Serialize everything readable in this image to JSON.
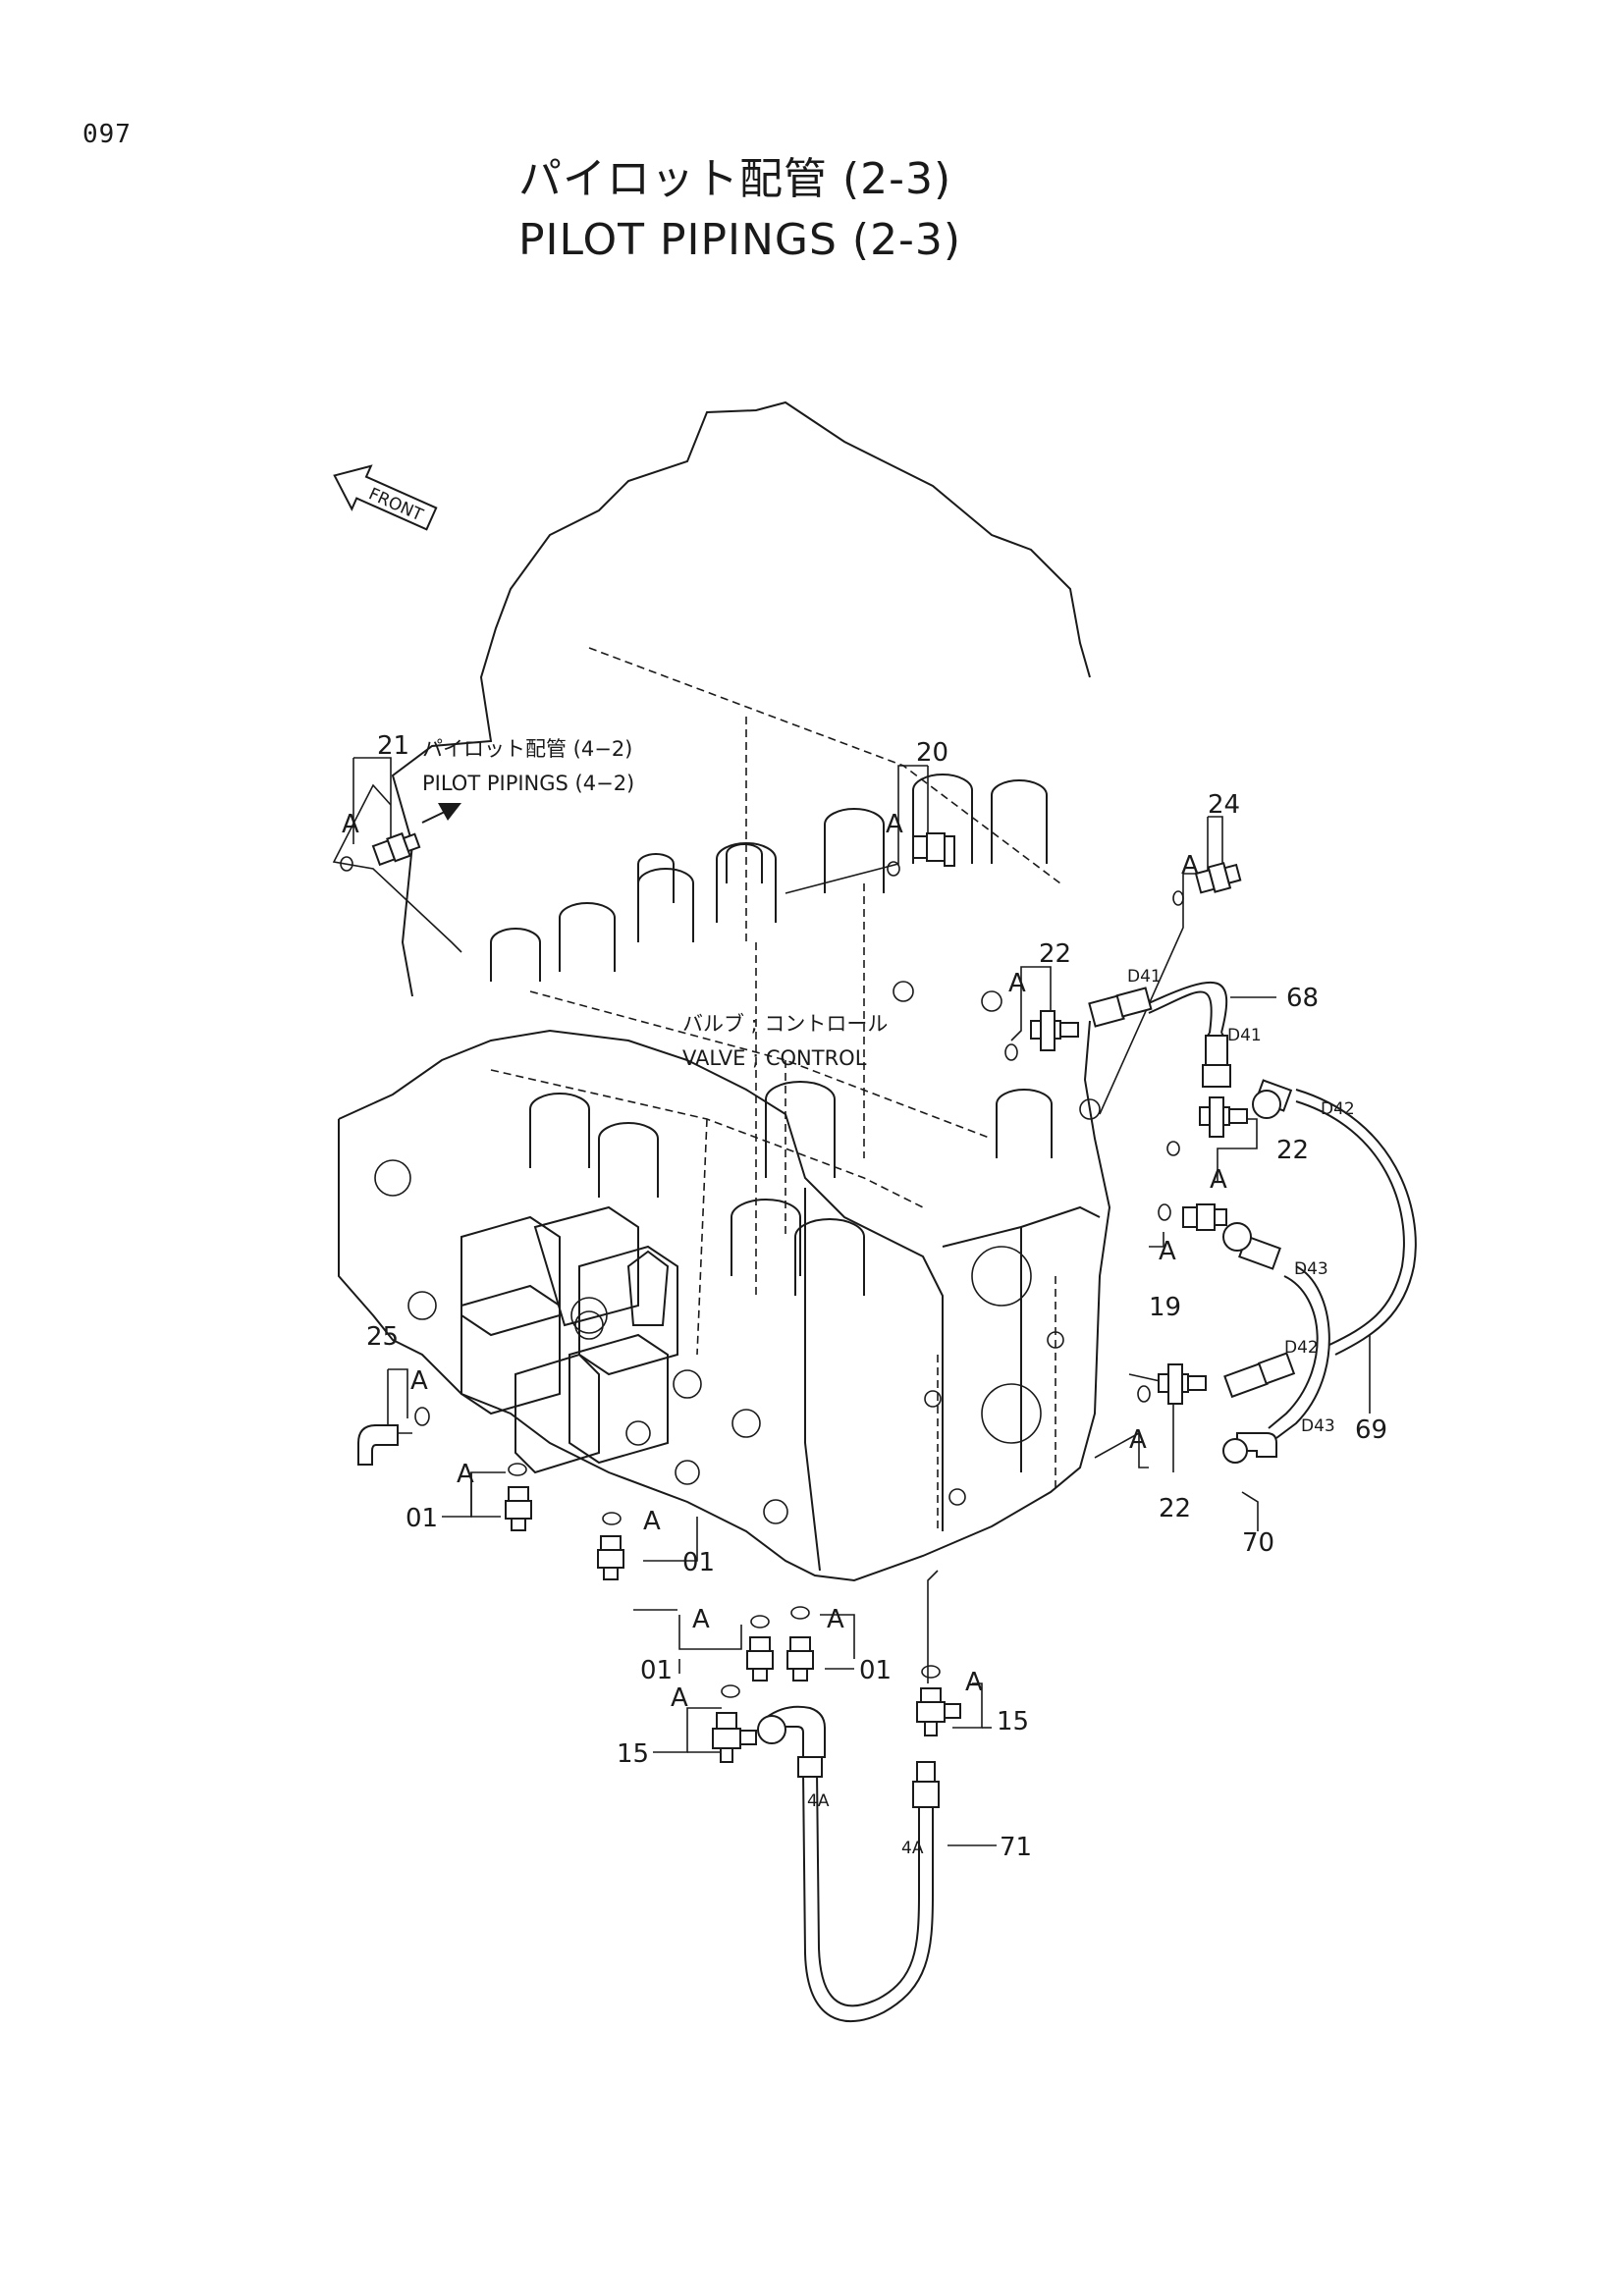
{
  "page": {
    "number": "097",
    "title_jp": "パイロット配管 (2-3)",
    "title_en": "PILOT PIPINGS (2-3)"
  },
  "front_arrow": {
    "label": "FRONT"
  },
  "notes": {
    "ref_jp": "パイロット配管 (4−2)",
    "ref_en": "PILOT PIPINGS (4−2)",
    "valve_jp": "バルブ ; コントロール",
    "valve_en": "VALVE ; CONTROL"
  },
  "callouts": {
    "c21": "21",
    "c20": "20",
    "c24": "24",
    "c22a": "22",
    "c68": "68",
    "c22b": "22",
    "c19": "19",
    "c69": "69",
    "c22c": "22",
    "c70": "70",
    "c25": "25",
    "c01a": "01",
    "c01b": "01",
    "c01c": "01",
    "c01d": "01",
    "c15a": "15",
    "c15b": "15",
    "c71": "71"
  },
  "refs": {
    "a": "A"
  },
  "hose_tags": {
    "d41a": "D41",
    "d41b": "D41",
    "d42a": "D42",
    "d43a": "D43",
    "d42b": "D42",
    "d43b": "D43",
    "h4a1": "4A",
    "h4a2": "4A"
  }
}
